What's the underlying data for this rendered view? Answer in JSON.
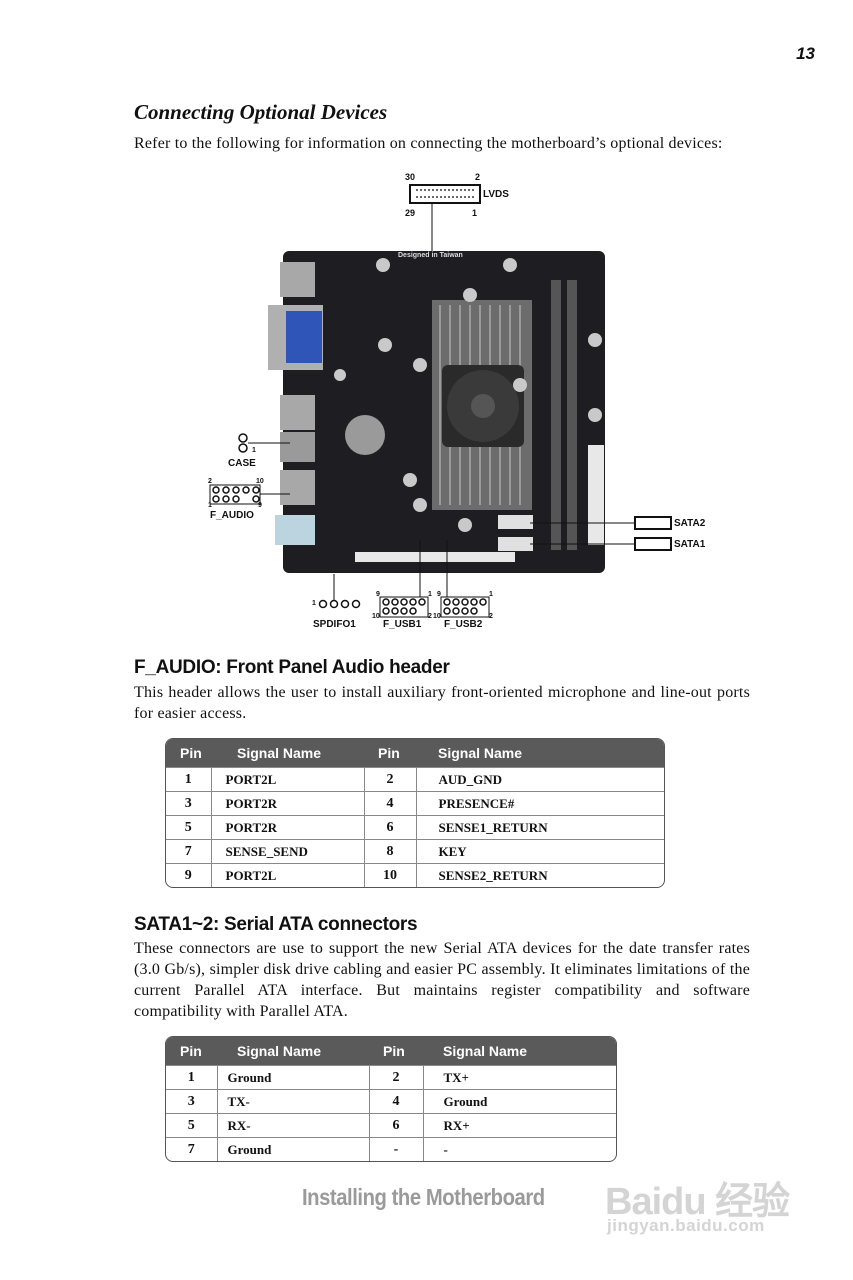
{
  "page_number": "13",
  "section_title": "Connecting Optional Devices",
  "intro": "Refer to the following for information on connecting the motherboard’s optional devices:",
  "diagram": {
    "lvds": {
      "label": "LVDS",
      "pin_tl": "30",
      "pin_tr": "2",
      "pin_bl": "29",
      "pin_br": "1"
    },
    "silkscreen": "Designed in Taiwan",
    "case": {
      "label": "CASE",
      "pin": "1"
    },
    "f_audio": {
      "label": "F_AUDIO",
      "pin_tl": "2",
      "pin_tr": "10",
      "pin_bl": "1",
      "pin_br": "9"
    },
    "sata2": "SATA2",
    "sata1": "SATA1",
    "spdifo1": {
      "label": "SPDIFO1",
      "pin": "1"
    },
    "f_usb1": {
      "label": "F_USB1",
      "pin_tl": "9",
      "pin_tr": "1",
      "pin_bl": "10",
      "pin_br": "2"
    },
    "f_usb2": {
      "label": "F_USB2",
      "pin_tl": "9",
      "pin_tr": "1",
      "pin_bl": "10",
      "pin_br": "2"
    },
    "colors": {
      "board": "#1e1e22",
      "slot": "#e8e8e8",
      "vga": "#2f55b8",
      "heatsink": "#8a8a8a"
    }
  },
  "f_audio_section": {
    "heading": "F_AUDIO: Front Panel Audio header",
    "text": "This header allows the user to install auxiliary front-oriented microphone and line-out ports for easier access.",
    "headers": [
      "Pin",
      "Signal Name",
      "Pin",
      "Signal Name"
    ],
    "rows": [
      [
        "1",
        "PORT2L",
        "2",
        "AUD_GND"
      ],
      [
        "3",
        "PORT2R",
        "4",
        "PRESENCE#"
      ],
      [
        "5",
        "PORT2R",
        "6",
        "SENSE1_RETURN"
      ],
      [
        "7",
        "SENSE_SEND",
        "8",
        "KEY"
      ],
      [
        "9",
        "PORT2L",
        "10",
        "SENSE2_RETURN"
      ]
    ]
  },
  "sata_section": {
    "heading": "SATA1~2: Serial ATA connectors",
    "text": "These connectors are use to support the new Serial ATA devices for the date transfer rates (3.0 Gb/s), simpler disk drive cabling and easier PC assembly. It eliminates limitations of the current Parallel ATA interface. But maintains register compatibility and software compatibility with Parallel ATA.",
    "headers": [
      "Pin",
      "Signal Name",
      "Pin",
      "Signal Name"
    ],
    "rows": [
      [
        "1",
        "Ground",
        "2",
        "TX+"
      ],
      [
        "3",
        "TX-",
        "4",
        "Ground"
      ],
      [
        "5",
        "RX-",
        "6",
        "RX+"
      ],
      [
        "7",
        "Ground",
        "-",
        "-"
      ]
    ]
  },
  "footer": "Installing the Motherboard",
  "watermark": {
    "logo": "Baidu 经验",
    "url": "jingyan.baidu.com"
  }
}
